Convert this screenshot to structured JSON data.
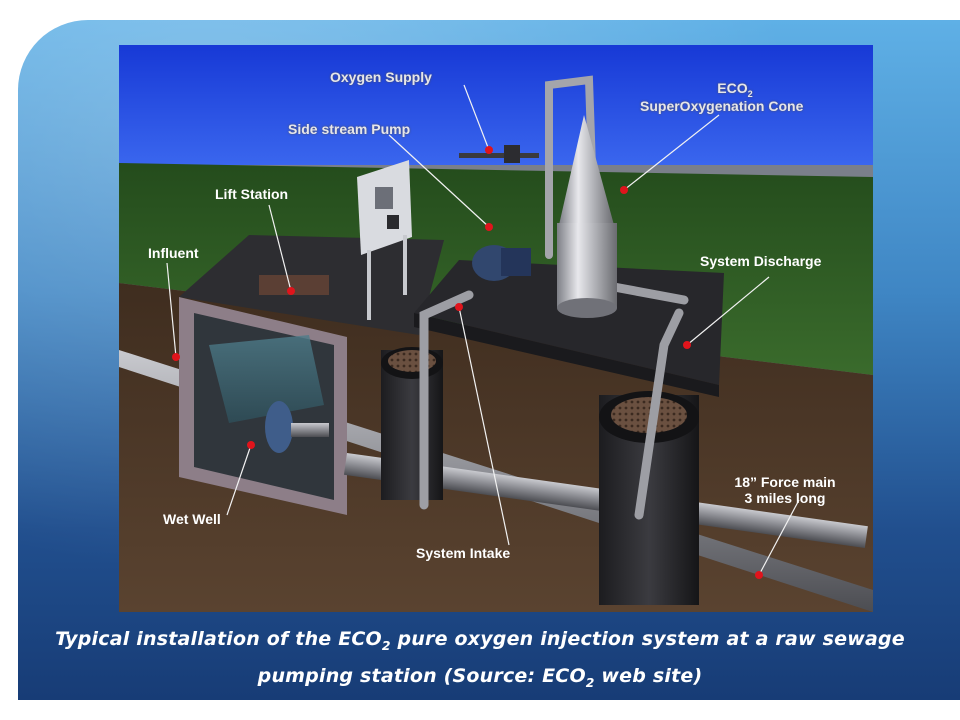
{
  "labels": {
    "oxygen_supply": "Oxygen Supply",
    "eco2_line1": "ECO",
    "eco2_sub": "2",
    "cone": "SuperOxygenation Cone",
    "side_stream_pump": "Side stream Pump",
    "lift_station": "Lift Station",
    "influent": "Influent",
    "system_discharge": "System Discharge",
    "force_main_line1": "18” Force main",
    "force_main_line2": "3 miles long",
    "wet_well": "Wet Well",
    "system_intake": "System Intake"
  },
  "caption": {
    "part1": "Typical installation of the ECO",
    "sub1": "2",
    "part2": " pure oxygen injection system at a raw sewage pumping station  (Source:  ECO",
    "sub2": "2",
    "part3": " web site)"
  },
  "colors": {
    "sky": "#1f43d8",
    "grass": "#2e5a24",
    "soil": "#4a3524",
    "concrete": "#2b2b2e",
    "leader_dot": "#e0141c"
  }
}
